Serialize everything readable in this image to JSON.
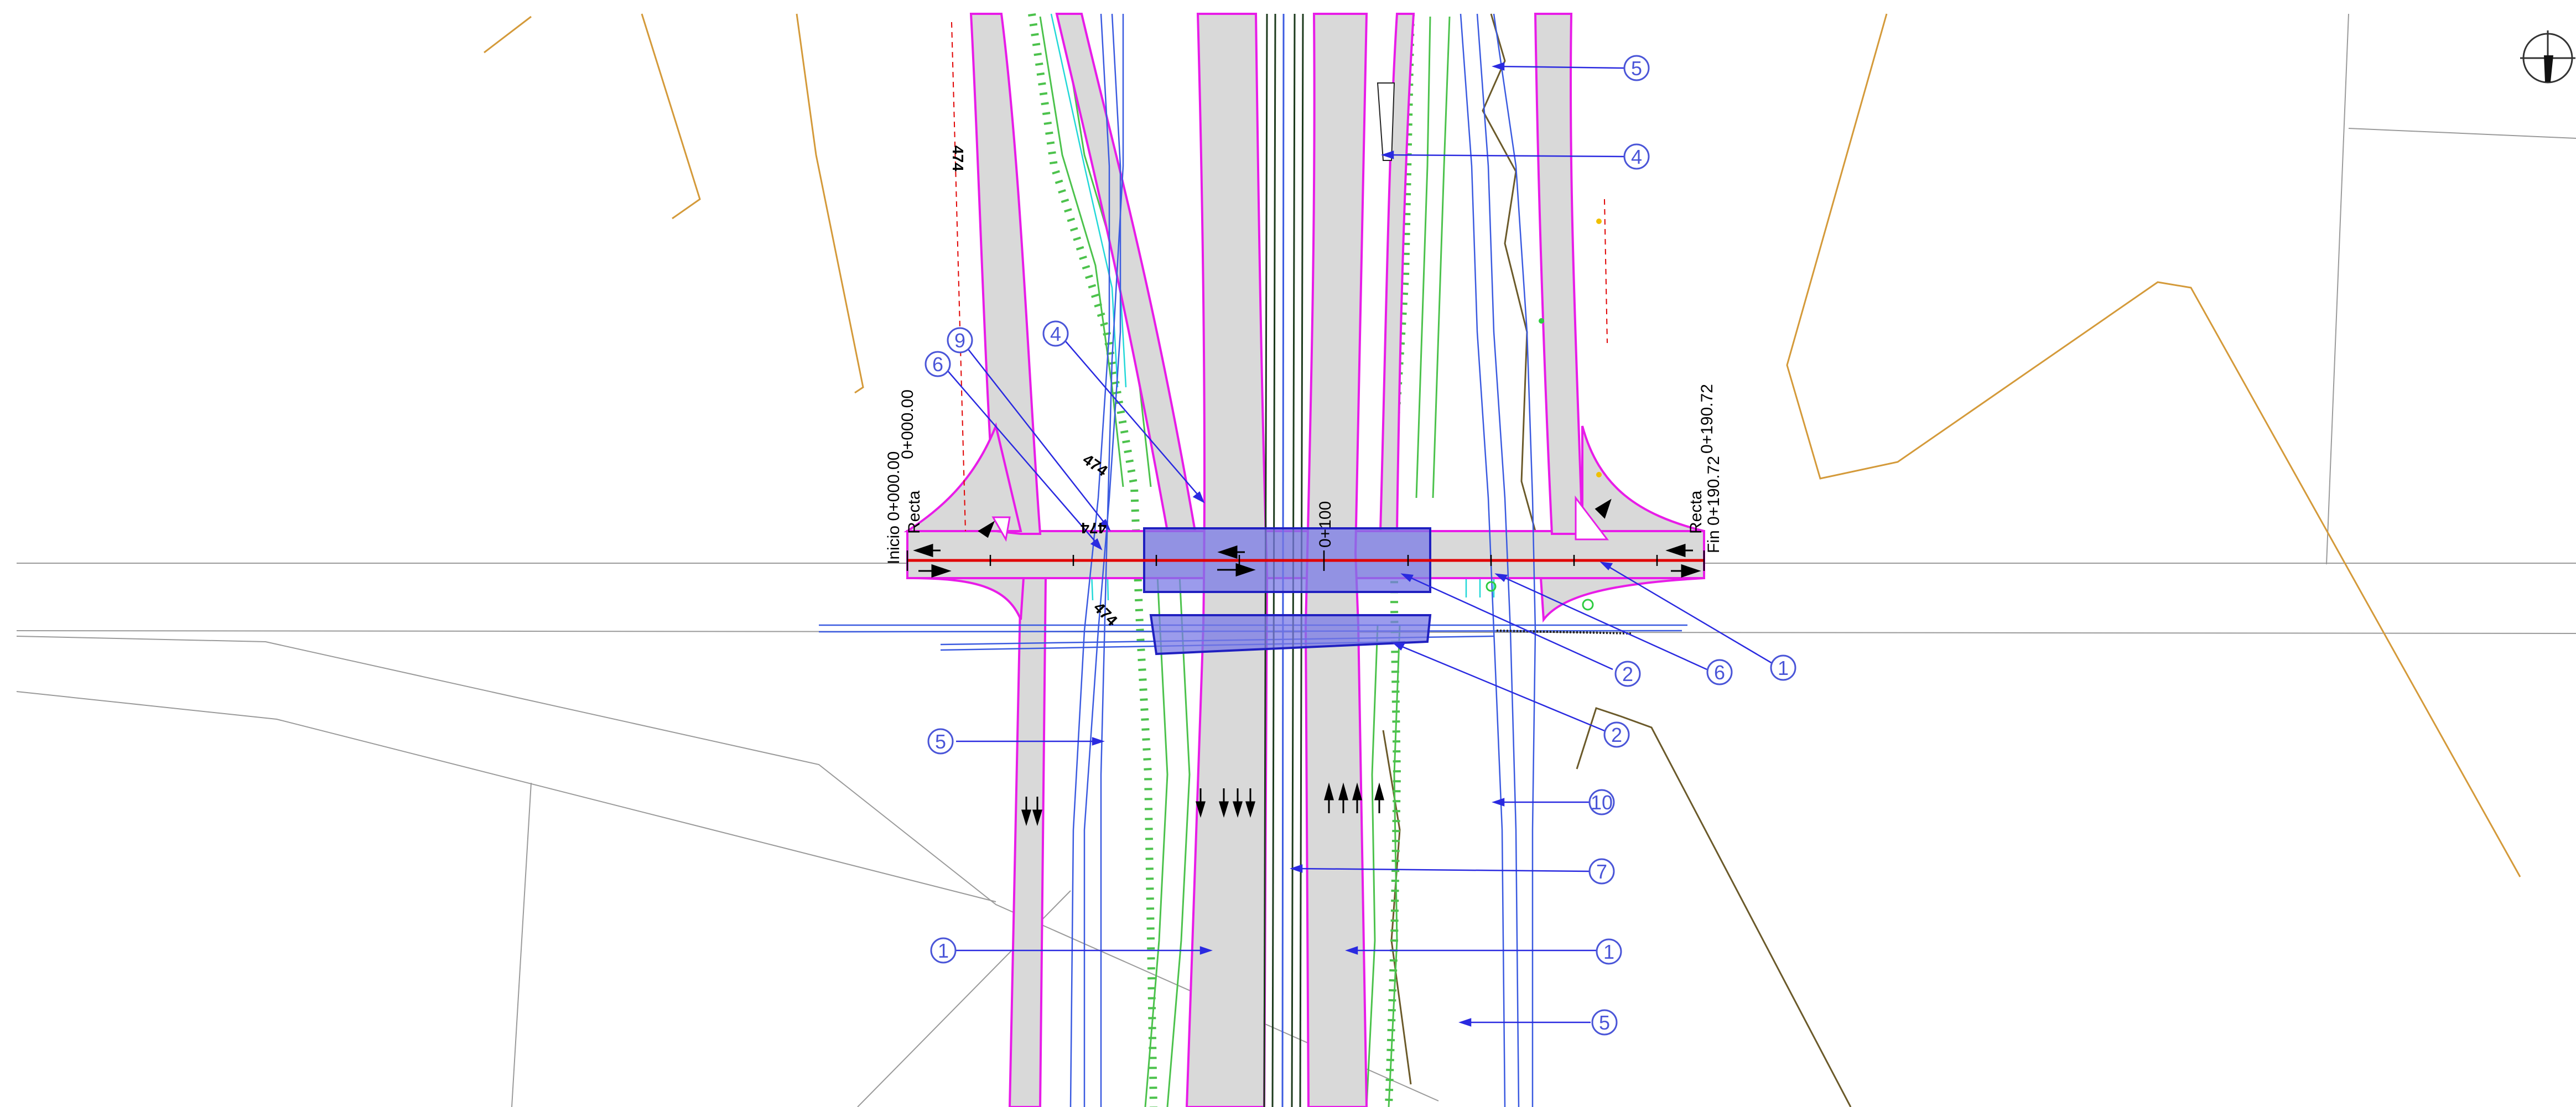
{
  "colors": {
    "background": "#ffffff",
    "road_fill": "#d9d9d9",
    "road_edge": "#e81ce8",
    "axis": "#e00000",
    "bridge_fill": "#7a7ae6",
    "bridge_edge": "#2020c0",
    "callout": "#4a55d8",
    "leader": "#2a2ae0",
    "utility_blue": "#3a5ae0",
    "slope_green": "#4cc24c",
    "cyan": "#22d8d8",
    "terrain_brown": "#6b5a2a",
    "contour_orange": "#d49a3a",
    "parcel_gray": "#9a9a9a"
  },
  "stations": {
    "start_label": "Inicio 0+000.00",
    "start_tangent": "Recta",
    "start_station": "0+000.00",
    "mid_station": "0+100",
    "end_label": "Fin 0+190.72",
    "end_tangent": "Recta",
    "end_station": "0+190.72"
  },
  "elevations": [
    "474",
    "474",
    "474",
    "474"
  ],
  "callouts": [
    "5",
    "4",
    "9",
    "4",
    "6",
    "2",
    "6",
    "1",
    "2",
    "5",
    "10",
    "7",
    "1",
    "1",
    "5"
  ],
  "icons": {
    "north_arrow": "north-arrow-icon",
    "traffic_arrow": "arrow-icon"
  }
}
